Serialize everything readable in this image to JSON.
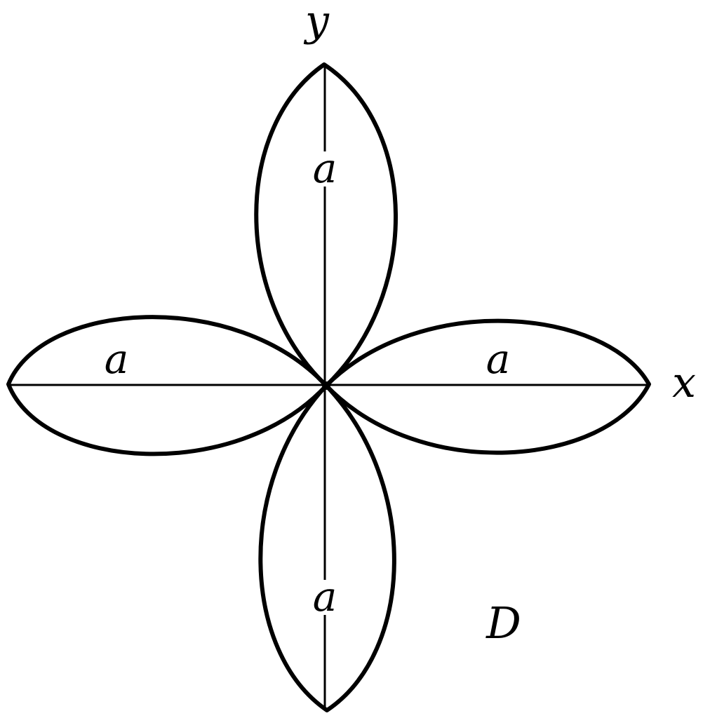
{
  "figure": {
    "label": "D",
    "axes": {
      "x_label": "x",
      "y_label": "y"
    },
    "petal_labels": {
      "top": "a",
      "bottom": "a",
      "left": "a",
      "right": "a"
    },
    "colors": {
      "background": "#ffffff",
      "ink": "#000000"
    }
  }
}
